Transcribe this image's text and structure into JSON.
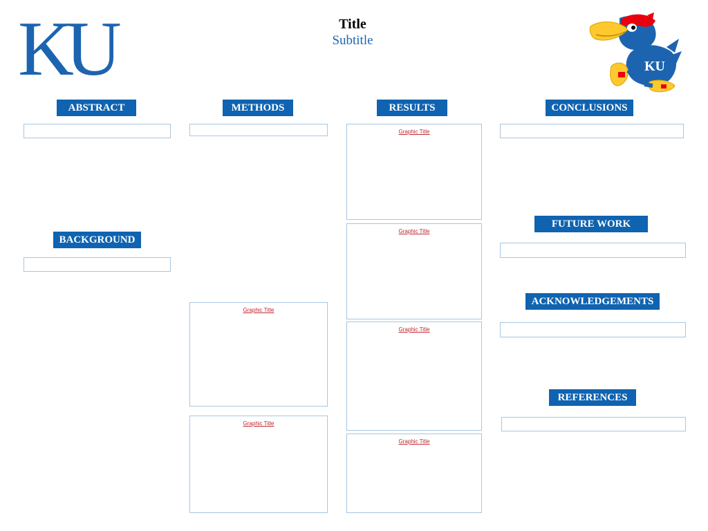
{
  "header": {
    "logo_text": "KU",
    "title": "Title",
    "subtitle": "Subtitle"
  },
  "sections": {
    "abstract": "ABSTRACT",
    "background": "BACKGROUND",
    "methods": "METHODS",
    "results": "RESULTS",
    "conclusions": "CONCLUSIONS",
    "future_work": "FUTURE WORK",
    "acknowledgements": "ACKNOWLEDGEMENTS",
    "references": "REFERENCES"
  },
  "graphics": {
    "methods": [
      "Graphic Title",
      "Graphic Title"
    ],
    "results": [
      "Graphic Title",
      "Graphic Title",
      "Graphic Title",
      "Graphic Title"
    ]
  },
  "colors": {
    "ku_blue": "#0f63b0",
    "title_blue": "#1d64b0",
    "graphic_title_red": "#c0262d",
    "box_border": "#a8c6e0"
  }
}
